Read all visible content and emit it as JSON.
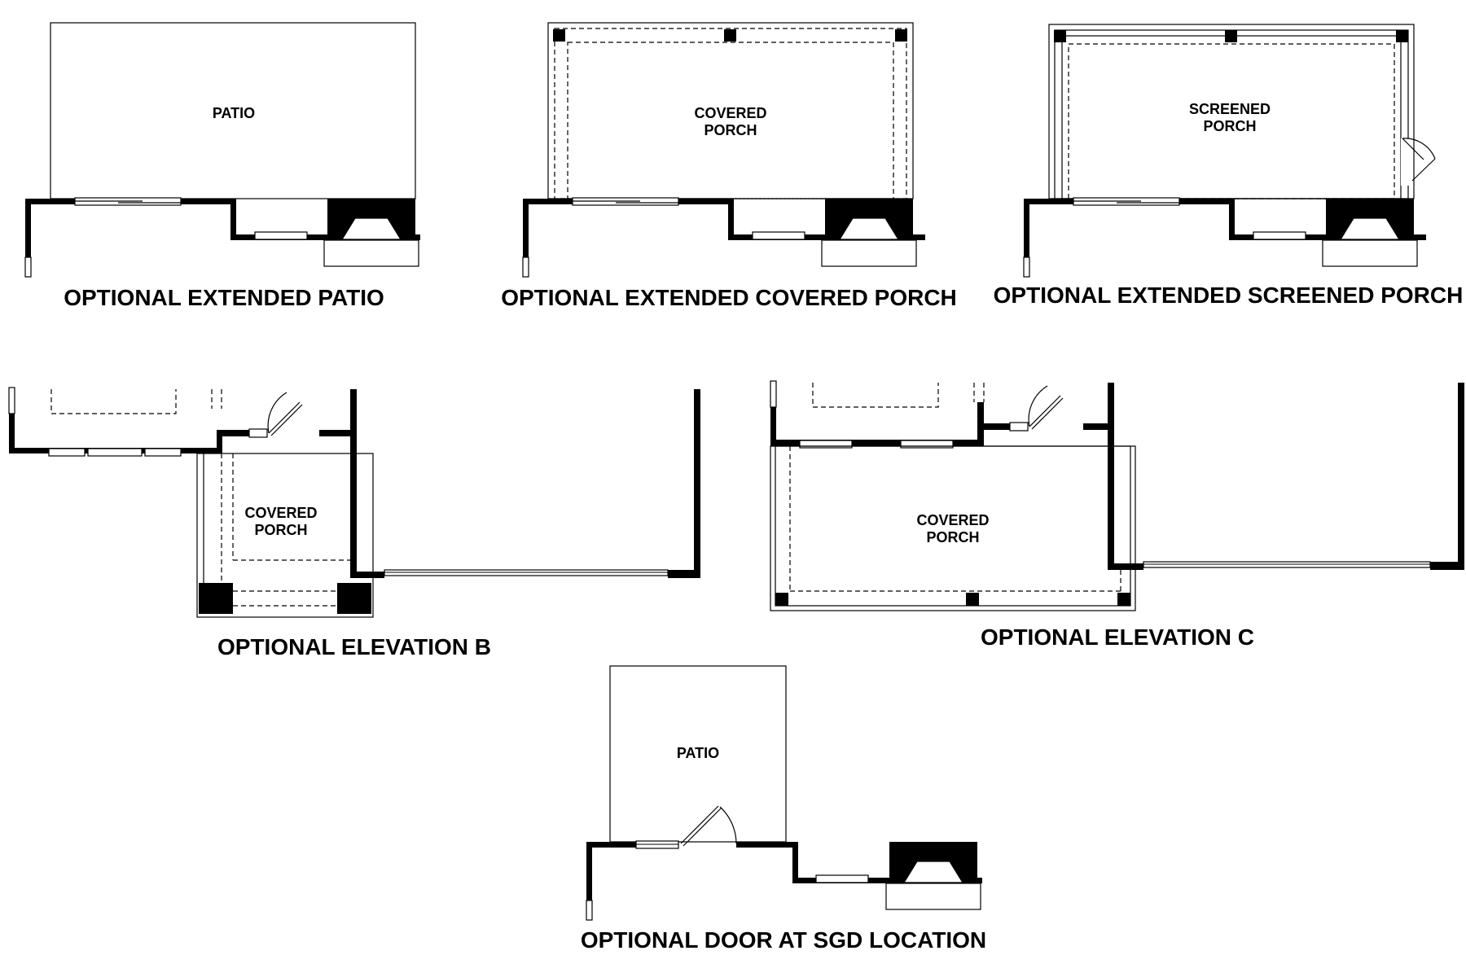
{
  "plans": {
    "extended_patio": {
      "caption": "OPTIONAL EXTENDED PATIO",
      "room": [
        "PATIO"
      ]
    },
    "extended_covered_porch": {
      "caption": "OPTIONAL EXTENDED COVERED PORCH",
      "room": [
        "COVERED",
        "PORCH"
      ]
    },
    "extended_screened_porch": {
      "caption": "OPTIONAL EXTENDED SCREENED PORCH",
      "room": [
        "SCREENED",
        "PORCH"
      ]
    },
    "elevation_b": {
      "caption": "OPTIONAL ELEVATION B",
      "room": [
        "COVERED",
        "PORCH"
      ]
    },
    "elevation_c": {
      "caption": "OPTIONAL ELEVATION C",
      "room": [
        "COVERED",
        "PORCH"
      ]
    },
    "door_at_sgd": {
      "caption": "OPTIONAL DOOR AT SGD LOCATION",
      "room": [
        "PATIO"
      ]
    }
  }
}
